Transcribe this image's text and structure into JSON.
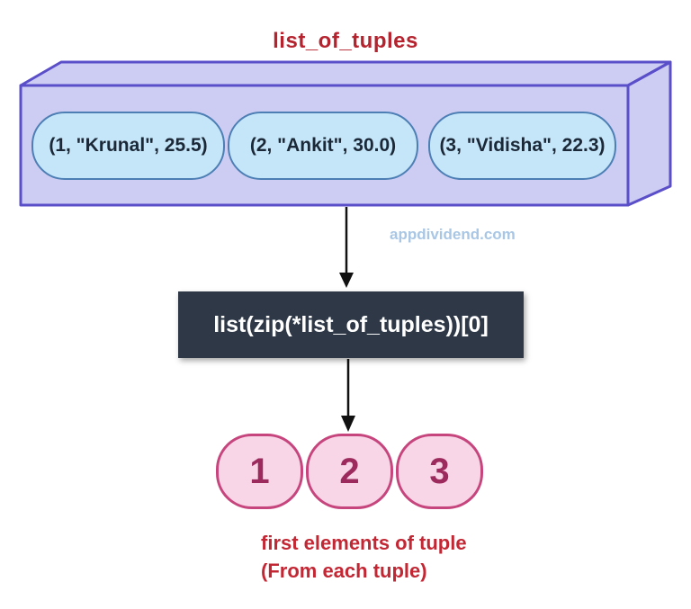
{
  "page": {
    "background": "#ffffff",
    "watermark": "appdividend.com",
    "watermark_color": "#a9c7e5"
  },
  "title": {
    "text": "list_of_tuples",
    "color": "#b5232f"
  },
  "list_box": {
    "fill": "#cdcdf4",
    "stroke": "#5b4ec9",
    "tuple_fill": "#c5e6f8",
    "tuple_stroke": "#4d7fb5",
    "tuple_text_color": "#1b2838",
    "tuples": [
      {
        "text": "(1, \"Krunal\", 25.5)"
      },
      {
        "text": "(2, \"Ankit\", 30.0)"
      },
      {
        "text": "(3, \"Vidisha\", 22.3)"
      }
    ]
  },
  "arrows": {
    "color": "#111111"
  },
  "operation": {
    "code": "list(zip(*list_of_tuples))[0]",
    "bg": "#2e3847",
    "text_color": "#ffffff"
  },
  "result": {
    "fill": "#f8d6e8",
    "stroke": "#c7457d",
    "text_color": "#9c2a5c",
    "items": [
      "1",
      "2",
      "3"
    ]
  },
  "caption": {
    "line1": "first elements of tuple",
    "line2": "(From each tuple)",
    "color": "#c32734"
  }
}
